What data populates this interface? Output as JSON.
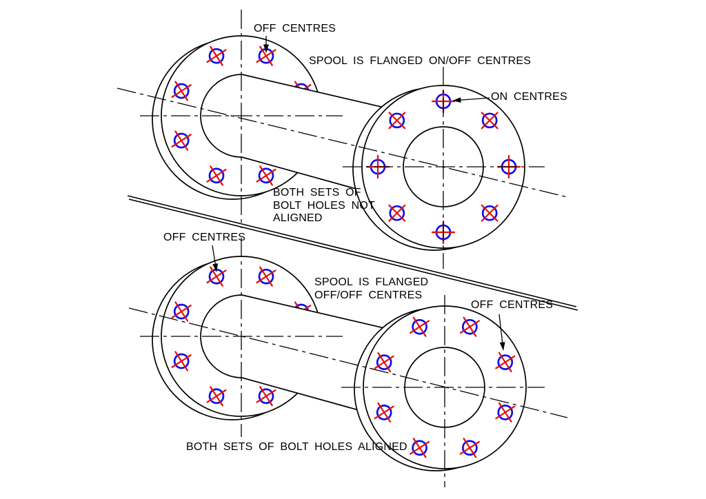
{
  "colors": {
    "line": "#000000",
    "bolt_hole_circle": "#0f0fe6",
    "bolt_hole_cross": "#e60f0f",
    "background": "#ffffff"
  },
  "top_diagram": {
    "caption": "SPOOL IS FLANGED ON/OFF CENTRES",
    "left_flange_label": "OFF CENTRES",
    "right_flange_label": "ON CENTRES",
    "left_flange_pattern": "off-centres",
    "right_flange_pattern": "on-centres",
    "note_line1": "BOTH SETS OF",
    "note_line2": "BOLT HOLES NOT",
    "note_line3": "ALIGNED"
  },
  "bottom_diagram": {
    "caption_line1": "SPOOL IS FLANGED",
    "caption_line2": "OFF/OFF CENTRES",
    "left_flange_label": "OFF CENTRES",
    "right_flange_label": "OFF CENTRES",
    "left_flange_pattern": "off-centres",
    "right_flange_pattern": "off-centres",
    "note": "BOTH SETS OF BOLT HOLES ALIGNED"
  }
}
